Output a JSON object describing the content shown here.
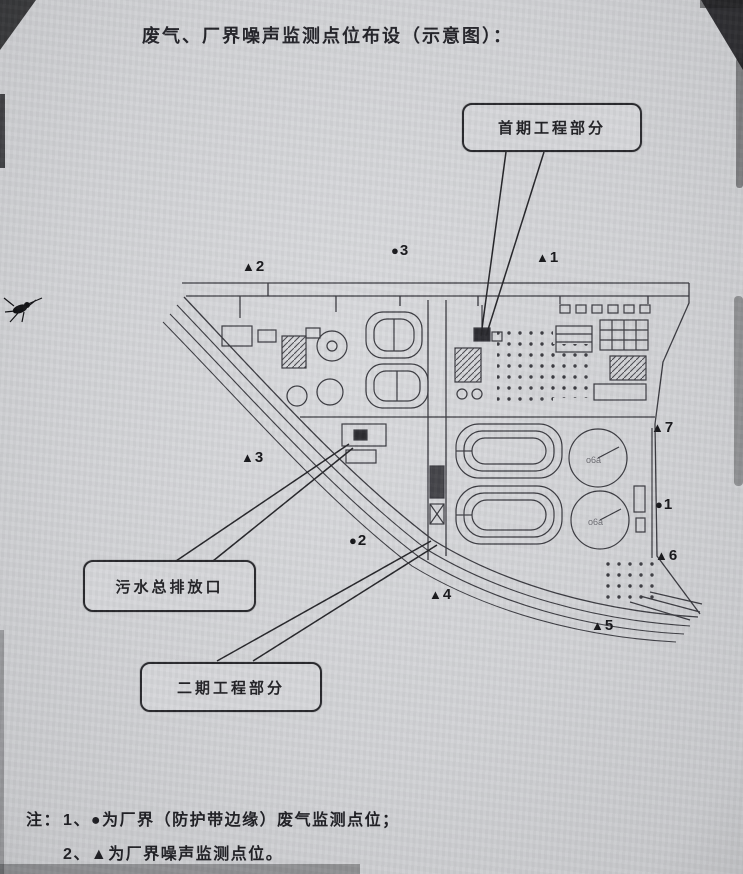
{
  "page": {
    "title": "废气、厂界噪声监测点位布设（示意图）：",
    "note_label": "注：",
    "note_1": "1、●为厂界（防护带边缘）废气监测点位；",
    "note_2": "2、▲为厂界噪声监测点位。"
  },
  "callouts": {
    "phase1_label": "首期工程部分",
    "outfall_label": "污水总排放口",
    "phase2_label": "二期工程部分"
  },
  "markers": {
    "noise_1": {
      "glyph": "▲",
      "num": "1"
    },
    "noise_2": {
      "glyph": "▲",
      "num": "2"
    },
    "noise_3": {
      "glyph": "▲",
      "num": "3"
    },
    "noise_4": {
      "glyph": "▲",
      "num": "4"
    },
    "noise_5": {
      "glyph": "▲",
      "num": "5"
    },
    "noise_6": {
      "glyph": "▲",
      "num": "6"
    },
    "noise_7": {
      "glyph": "▲",
      "num": "7"
    },
    "gas_1": {
      "glyph": "●",
      "num": "1"
    },
    "gas_2": {
      "glyph": "●",
      "num": "2"
    },
    "gas_3": {
      "glyph": "●",
      "num": "3"
    }
  },
  "plan": {
    "clarifier_label_1": "o6a",
    "clarifier_label_2": "o6a"
  }
}
